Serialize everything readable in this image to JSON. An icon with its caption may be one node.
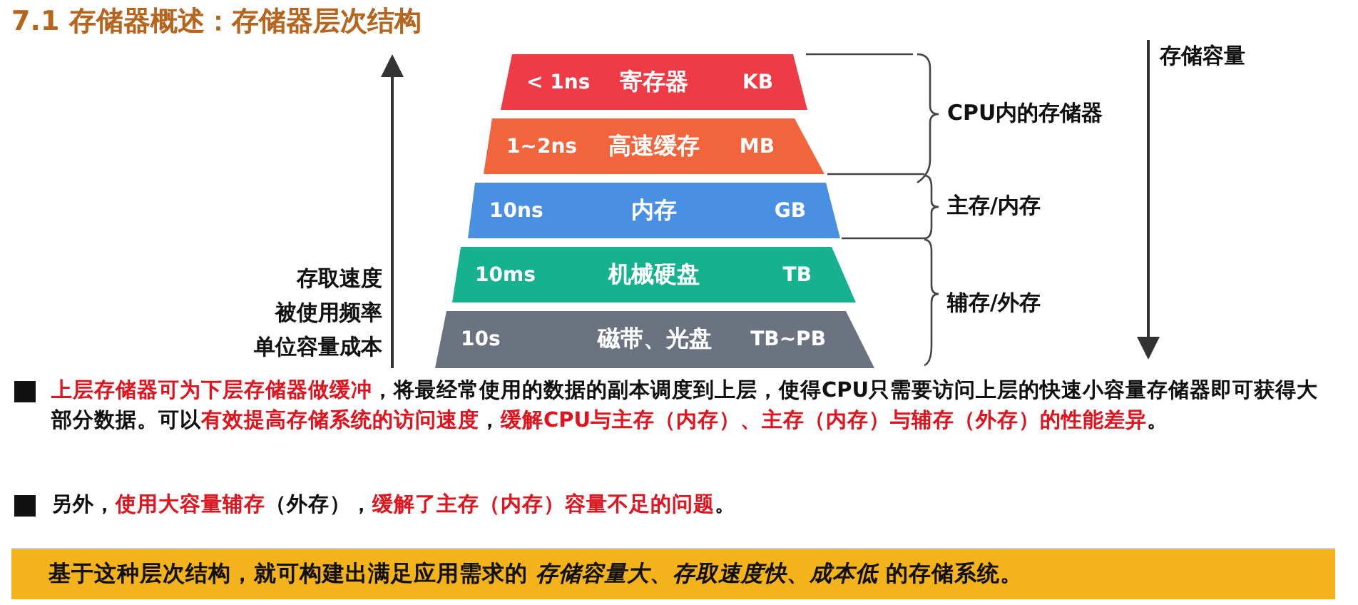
{
  "diagram": {
    "title": "7.1 存储器概述：存储器层次结构",
    "nodes": [
      {
        "text": [
          "< 1ns",
          "寄存器",
          "KB"
        ]
      },
      {
        "text": [
          "1~2ns",
          "高速缓存",
          "MB"
        ]
      },
      {
        "text": [
          "10ns",
          "内存",
          "GB"
        ]
      },
      {
        "text": [
          "10ms",
          "机械硬盘",
          "TB"
        ]
      },
      {
        "text": [
          "10s",
          "磁带、光盘",
          "TB~PB"
        ]
      }
    ],
    "labels": [
      "存储容量",
      "CPU内的存储器",
      "主存/内存",
      "辅存/外存",
      "存取速度",
      "被使用频率",
      "单位容量成本",
      "**上层存储器可为下层存储器做缓冲**，将最经常使用的数据的副本调度到上层，使得CPU只需要访问上层的快速小容量存储器即可获得大部分数据。可以**有效提高存储系统的访问速度**，**缓解CPU与主存（内存）、主存（内存）与辅存（外存）的性能差异**。",
      "另外，**使用大容量辅存**（外存），**缓解了主存（内存）容量不足的问题**。",
      "基于这种层次结构，就可构建出满足应用需求的 *存储容量大*、*存取速度快*、*成本低* 的存储系统。"
    ]
  }
}
